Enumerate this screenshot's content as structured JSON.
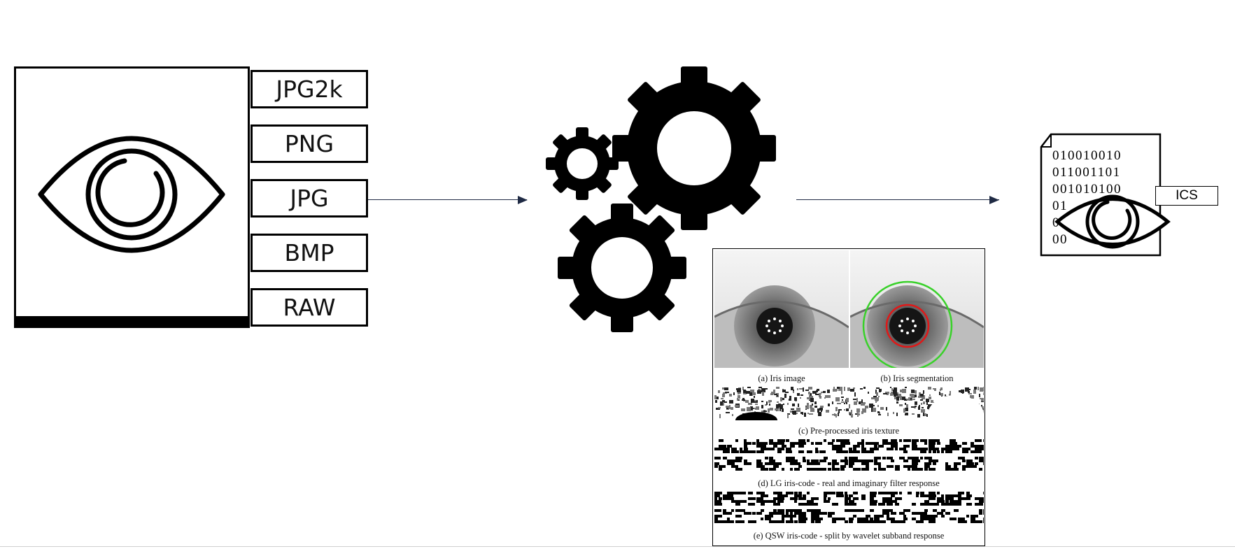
{
  "input": {
    "formats": [
      "JPG2k",
      "PNG",
      "JPG",
      "BMP",
      "RAW"
    ]
  },
  "processing": {
    "captions": {
      "a": "(a) Iris image",
      "b": "(b) Iris segmentation",
      "c": "(c) Pre-processed iris texture",
      "d": "(d) LG iris-code - real and imaginary filter response",
      "e": "(e) QSW iris-code - split by wavelet subband response"
    },
    "segmentation_colors": {
      "iris_outer": "#39d12a",
      "pupil_boundary": "#e01818"
    }
  },
  "output": {
    "label": "ICS",
    "binary_rows": [
      "010010010",
      "011001101",
      "001010100",
      "01",
      "0",
      "00"
    ]
  },
  "icons": [
    "eye-icon",
    "gears-icon",
    "iris-code-document-icon"
  ],
  "colors": {
    "arrow": "#1f2a44"
  }
}
